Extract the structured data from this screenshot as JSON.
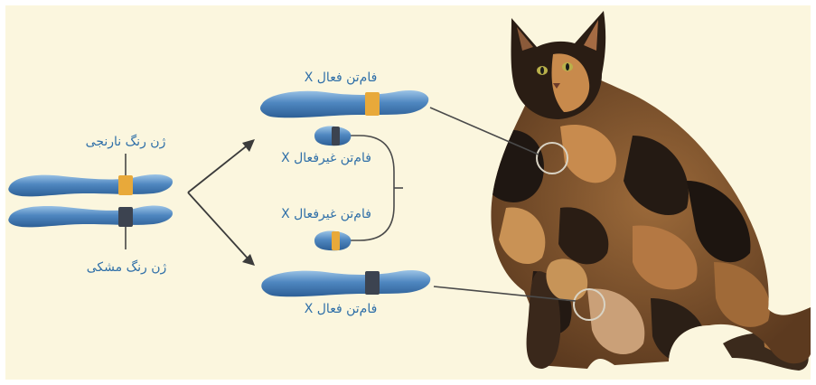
{
  "labels": {
    "orange_gene": "ژن رنگ نارنجی",
    "black_gene": "ژن رنگ مشکی",
    "active_x_top": "فام‌تن فعال X",
    "inactive_x_upper": "فام‌تن غیرفعال X",
    "inactive_x_lower": "فام‌تن غیرفعال X",
    "active_x_bottom": "فام‌تن فعال X"
  },
  "colors": {
    "background": "#fbf6de",
    "label_text": "#2f6fa8",
    "chromosome": "#4f87c0",
    "orange_band": "#e8a93a",
    "black_band": "#3c4350",
    "pointer_line": "#4a4a4a"
  }
}
